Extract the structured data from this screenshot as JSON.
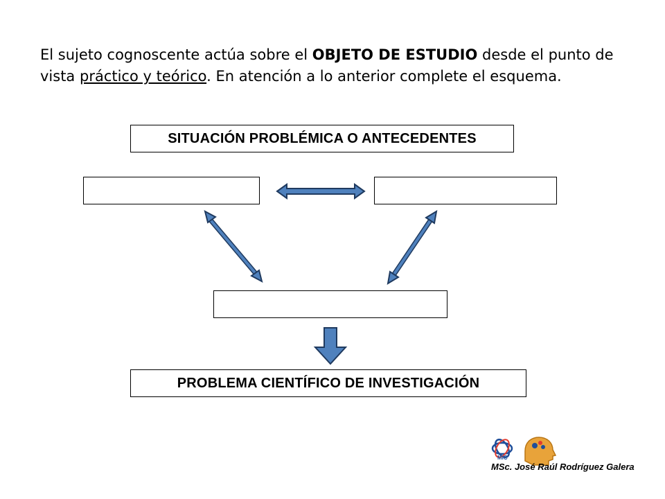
{
  "intro": {
    "part1": "El sujeto cognoscente actúa sobre el ",
    "bold": "OBJETO DE ESTUDIO",
    "part2": " desde el punto de vista ",
    "underlined": "práctico y teórico",
    "part3": ".  En atención a lo anterior complete  el esquema."
  },
  "diagram": {
    "top_box": "SITUACIÓN PROBLÉMICA O ANTECEDENTES",
    "left_box": "",
    "right_box": "",
    "middle_box": "",
    "bottom_box": "PROBLEMA CIENTÍFICO DE INVESTIGACIÓN"
  },
  "footer": {
    "logo_text": "MIC",
    "author": "MSc. José Raúl Rodríguez Galera"
  },
  "colors": {
    "arrow_fill": "#4f81bd",
    "arrow_stroke": "#1f3a5f",
    "logo_blue": "#1f4e9a",
    "logo_orange": "#e8a33a"
  }
}
